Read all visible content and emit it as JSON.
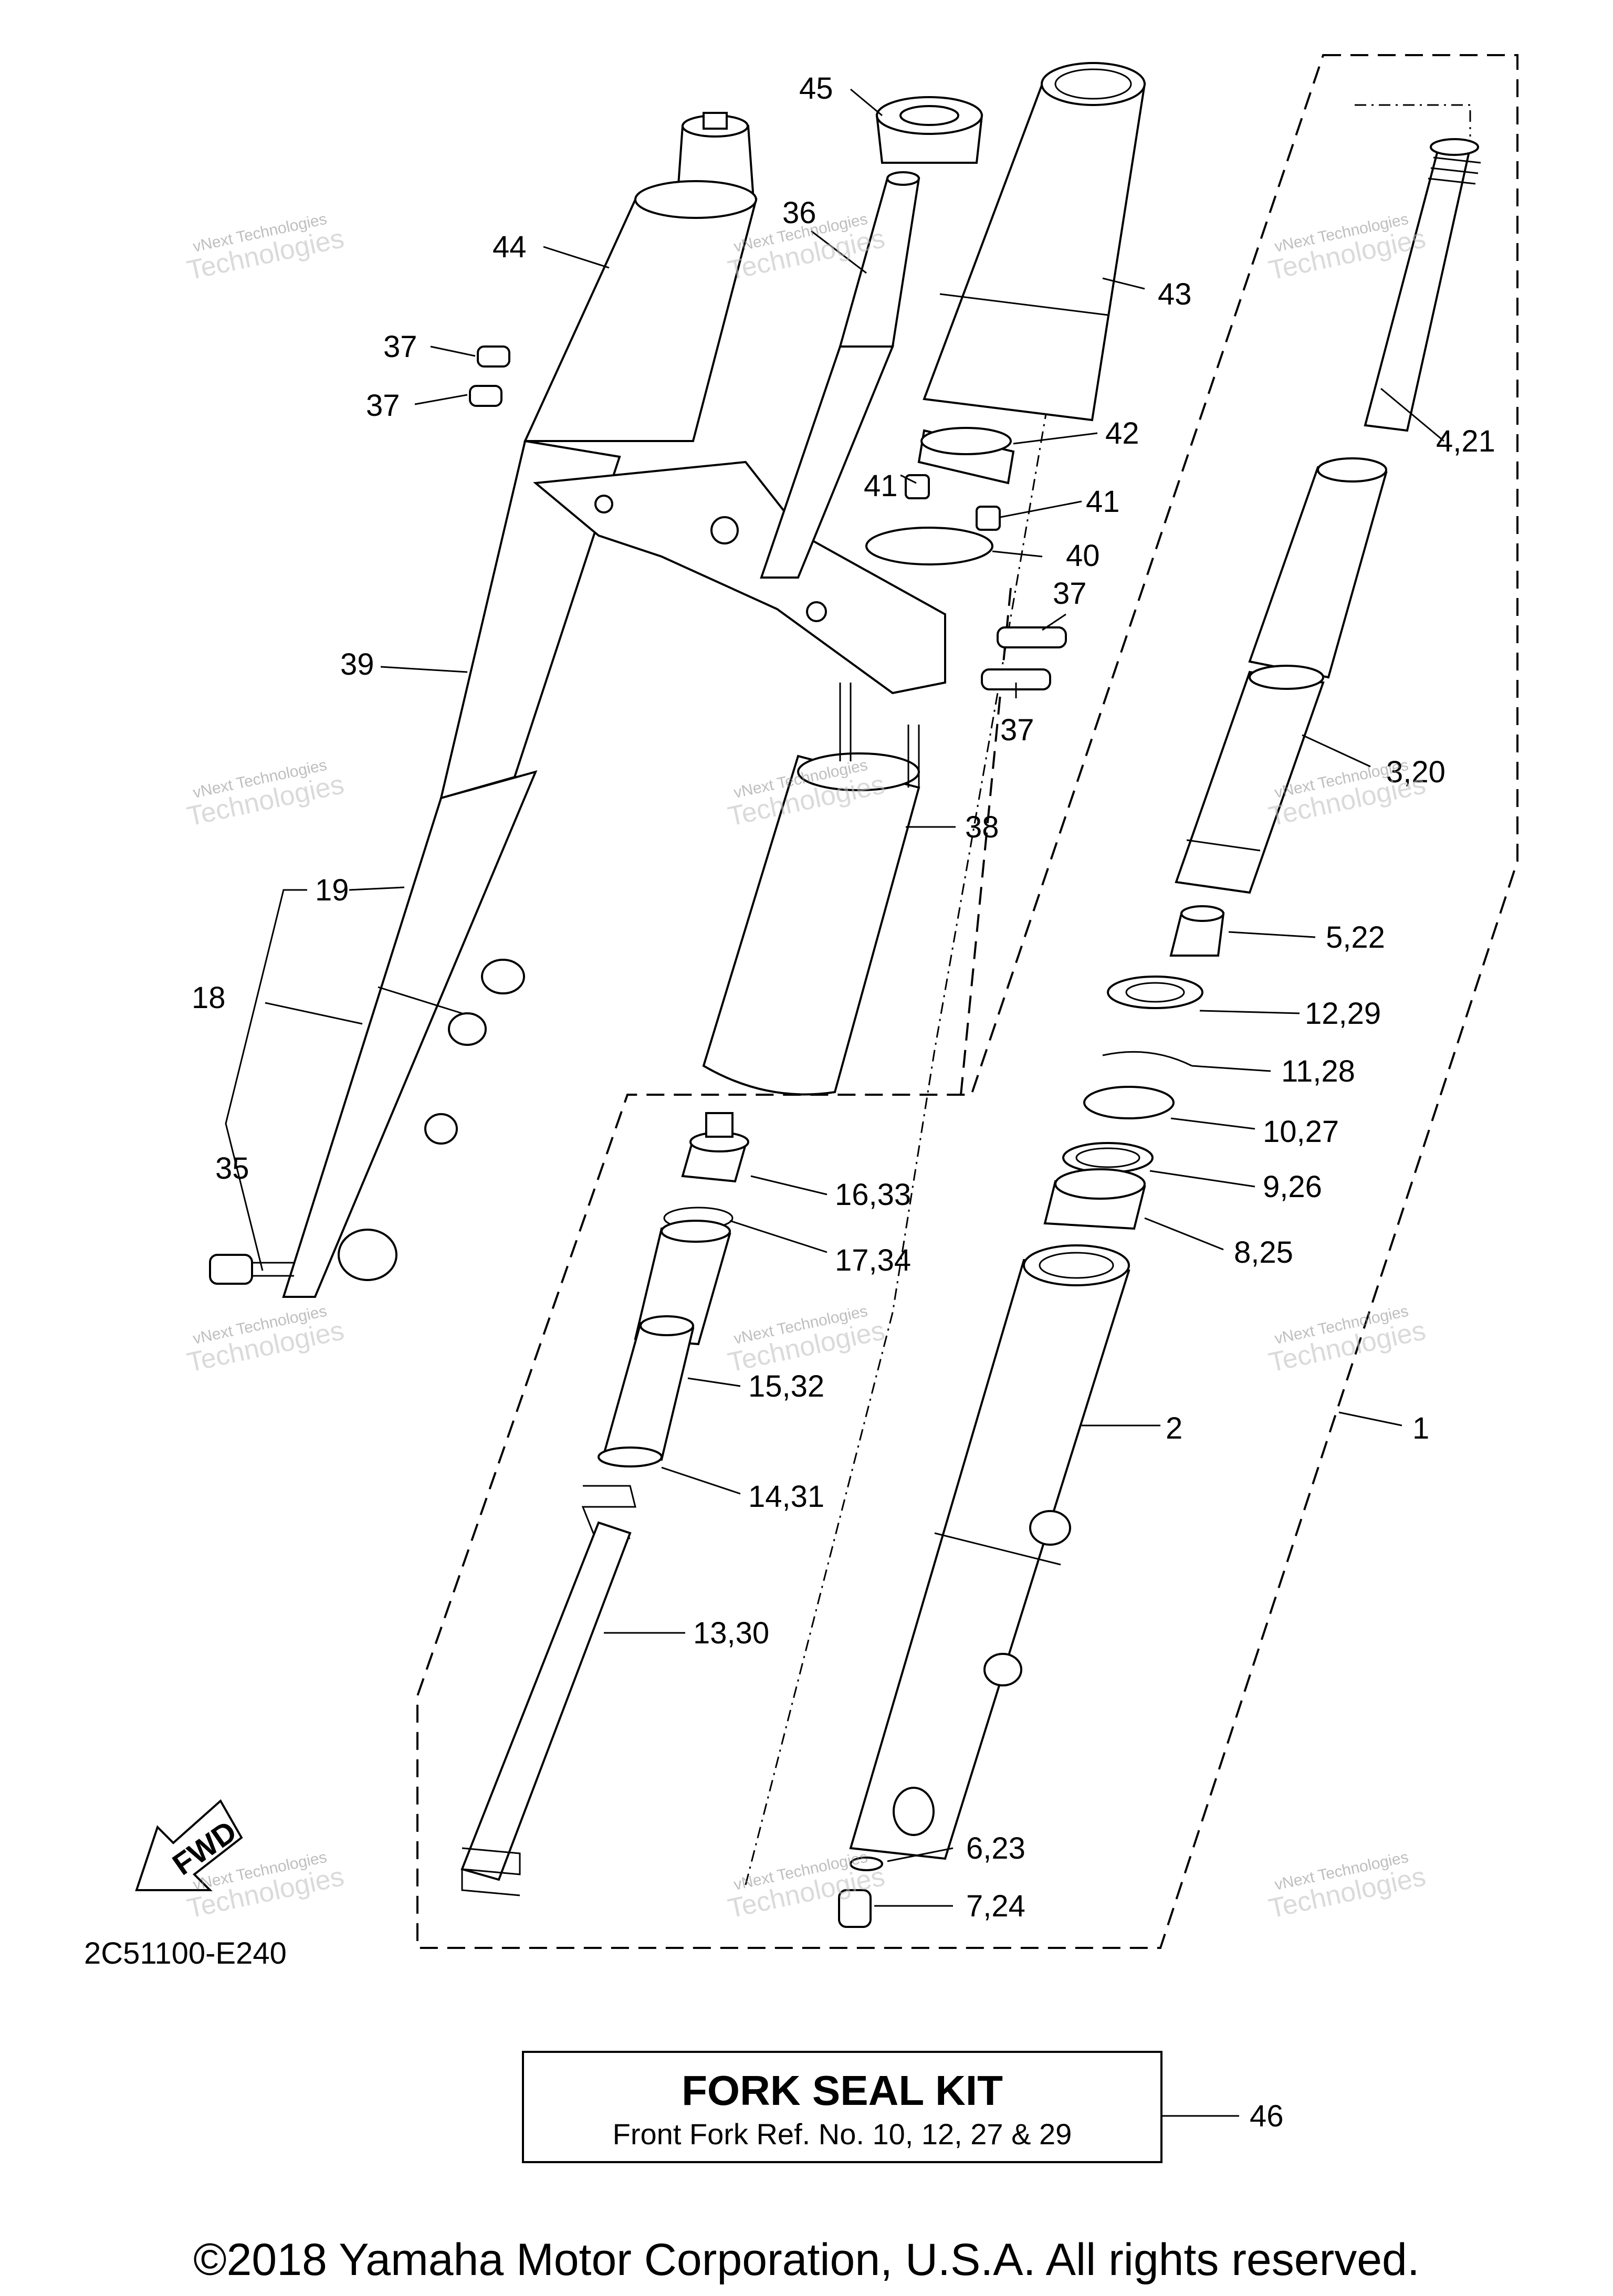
{
  "diagram_code": "2C51100-E240",
  "fwd_label": "FWD",
  "watermark": {
    "line1": "vNext Technologies",
    "line2": "Technologies"
  },
  "kit": {
    "title": "FORK SEAL KIT",
    "subtitle": "Front Fork Ref. No. 10, 12, 27 & 29",
    "ref": "46"
  },
  "copyright": "©2018 Yamaha Motor Corporation, U.S.A. All rights reserved.",
  "callouts": {
    "c45": "45",
    "c36": "36",
    "c44": "44",
    "c43": "43",
    "c37a": "37",
    "c37b": "37",
    "c37c": "37",
    "c37d": "37",
    "c42": "42",
    "c41a": "41",
    "c41b": "41",
    "c40": "40",
    "c39": "39",
    "c38": "38",
    "c19": "19",
    "c18": "18",
    "c35": "35",
    "c4_21": "4,21",
    "c3_20": "3,20",
    "c5_22": "5,22",
    "c12_29": "12,29",
    "c11_28": "11,28",
    "c10_27": "10,27",
    "c9_26": "9,26",
    "c8_25": "8,25",
    "c16_33": "16,33",
    "c17_34": "17,34",
    "c15_32": "15,32",
    "c14_31": "14,31",
    "c13_30": "13,30",
    "c2": "2",
    "c1": "1",
    "c6_23": "6,23",
    "c7_24": "7,24"
  }
}
